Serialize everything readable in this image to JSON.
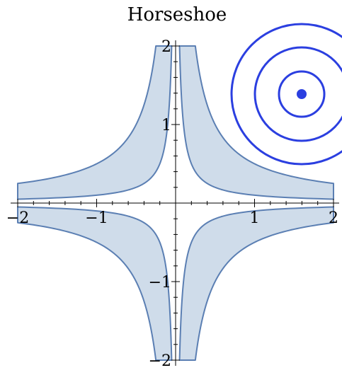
{
  "title": "Horseshoe",
  "colors": {
    "region_fill": "#cfdcea",
    "region_stroke": "#5b7fb3",
    "circle": "#2b3fe0",
    "axis": "#000000"
  },
  "axes": {
    "x_range": [
      -2,
      2
    ],
    "y_range": [
      -2,
      2
    ],
    "x_major_ticks": [
      {
        "value": -2,
        "label": "−2"
      },
      {
        "value": -1,
        "label": "−1"
      },
      {
        "value": 1,
        "label": "1"
      },
      {
        "value": 2,
        "label": "2"
      }
    ],
    "y_major_ticks": [
      {
        "value": 2,
        "label": "2"
      },
      {
        "value": 1,
        "label": "1"
      },
      {
        "value": -1,
        "label": "−1"
      },
      {
        "value": -2,
        "label": "−2"
      }
    ],
    "minor_tick_step": 0.2
  },
  "region": {
    "description_type": "hyperbolic band",
    "inner_level": 0.1,
    "outer_level": 0.5,
    "quadrants": [
      "top-left",
      "top-right",
      "bottom-left",
      "bottom-right"
    ]
  },
  "target_icon": {
    "rings": 3,
    "center_dot": true,
    "placement": "top-right"
  }
}
